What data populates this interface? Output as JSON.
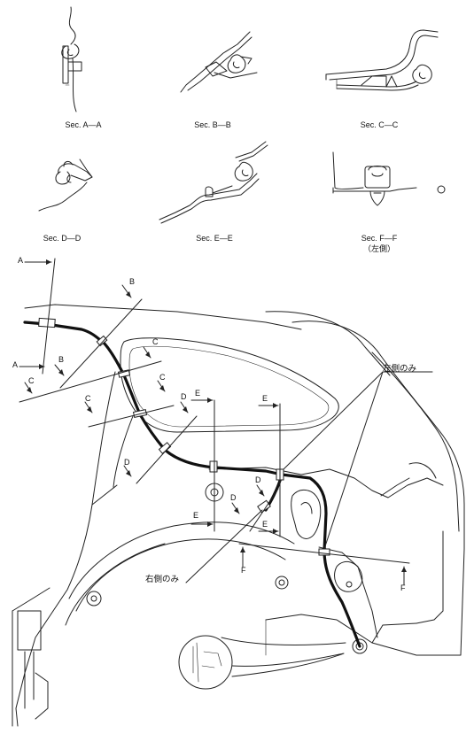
{
  "section_captions": [
    {
      "text": "Sec. A—A",
      "sub": ""
    },
    {
      "text": "Sec. B—B",
      "sub": ""
    },
    {
      "text": "Sec. C—C",
      "sub": ""
    },
    {
      "text": "Sec. D—D",
      "sub": ""
    },
    {
      "text": "Sec. E—E",
      "sub": ""
    },
    {
      "text": "Sec. F—F",
      "sub": "（左側）"
    }
  ],
  "cut_marks": {
    "a": "A",
    "b": "B",
    "c": "C",
    "d": "D",
    "e": "E",
    "f": "F"
  },
  "notes": {
    "left_only": "左側のみ",
    "right_only": "右側のみ"
  }
}
